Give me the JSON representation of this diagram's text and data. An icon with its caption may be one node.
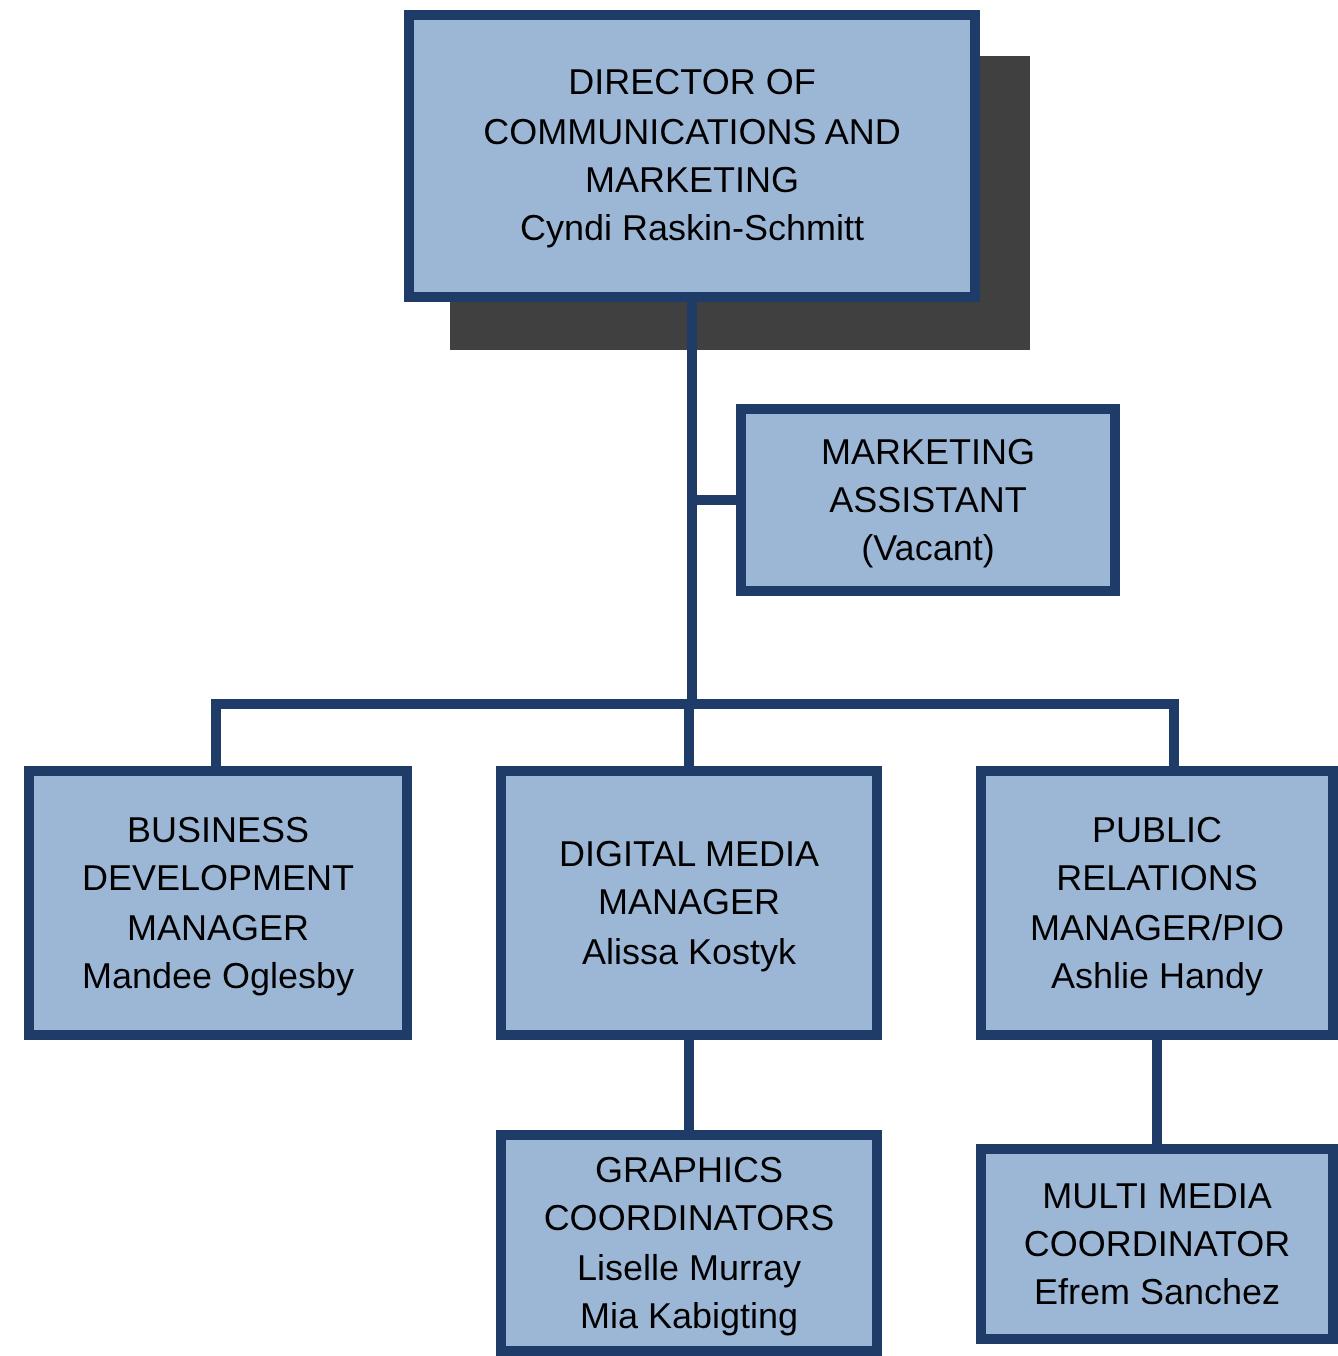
{
  "diagram": {
    "nodes": [
      {
        "text": [
          "DIRECTOR OF COMMUNICATIONS AND MARKETING",
          "Cyndi Raskin-Schmitt"
        ]
      },
      {
        "text": [
          "MARKETING ASSISTANT",
          "(Vacant)"
        ]
      },
      {
        "text": [
          "BUSINESS DEVELOPMENT MANAGER",
          "Mandee Oglesby"
        ]
      },
      {
        "text": [
          "DIGITAL MEDIA MANAGER",
          "Alissa Kostyk"
        ]
      },
      {
        "text": [
          "PUBLIC RELATIONS MANAGER/PIO",
          "Ashlie Handy"
        ]
      },
      {
        "text": [
          "GRAPHICS COORDINATORS",
          "Liselle Murray",
          "Mia Kabigting"
        ]
      },
      {
        "text": [
          "MULTI MEDIA COORDINATOR",
          "Efrem Sanchez"
        ]
      }
    ],
    "edges": [
      {
        "from": 0,
        "to": 1,
        "arrow": "none"
      },
      {
        "from": 0,
        "to": 2,
        "arrow": "none"
      },
      {
        "from": 0,
        "to": 3,
        "arrow": "none"
      },
      {
        "from": 0,
        "to": 4,
        "arrow": "none"
      },
      {
        "from": 3,
        "to": 5,
        "arrow": "none"
      },
      {
        "from": 4,
        "to": 6,
        "arrow": "none"
      }
    ]
  }
}
